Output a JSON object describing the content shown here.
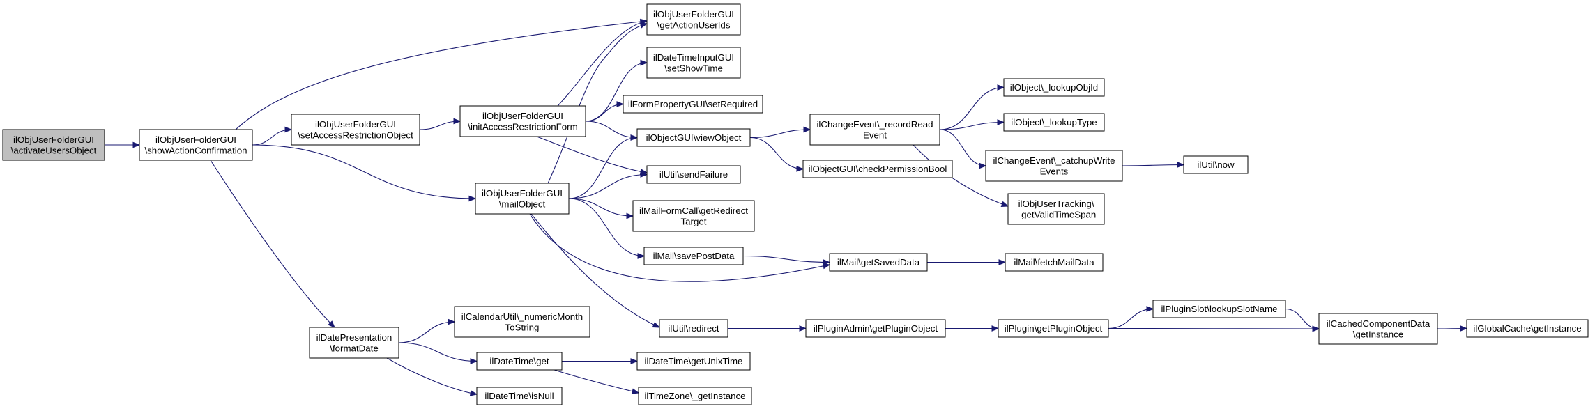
{
  "graph": {
    "root": "root",
    "nodes": [
      {
        "id": "root",
        "lines": [
          "ilObjUserFolderGUI",
          "\\activateUsersObject"
        ],
        "root": true
      },
      {
        "id": "showAction",
        "lines": [
          "ilObjUserFolderGUI",
          "\\showActionConfirmation"
        ]
      },
      {
        "id": "getActionUserIds",
        "lines": [
          "ilObjUserFolderGUI",
          "\\getActionUserIds"
        ]
      },
      {
        "id": "setAccessRestrictionObject",
        "lines": [
          "ilObjUserFolderGUI",
          "\\setAccessRestrictionObject"
        ]
      },
      {
        "id": "initAccessRestrictionForm",
        "lines": [
          "ilObjUserFolderGUI",
          "\\initAccessRestrictionForm"
        ]
      },
      {
        "id": "setShowTime",
        "lines": [
          "ilDateTimeInputGUI",
          "\\setShowTime"
        ]
      },
      {
        "id": "setRequired",
        "lines": [
          "ilFormPropertyGUI\\setRequired"
        ]
      },
      {
        "id": "viewObject",
        "lines": [
          "ilObjectGUI\\viewObject"
        ]
      },
      {
        "id": "sendFailure",
        "lines": [
          "ilUtil\\sendFailure"
        ]
      },
      {
        "id": "mailObject",
        "lines": [
          "ilObjUserFolderGUI",
          "\\mailObject"
        ]
      },
      {
        "id": "getRedirectTarget",
        "lines": [
          "ilMailFormCall\\getRedirect",
          "Target"
        ]
      },
      {
        "id": "savePostData",
        "lines": [
          "ilMail\\savePostData"
        ]
      },
      {
        "id": "getSavedData",
        "lines": [
          "ilMail\\getSavedData"
        ]
      },
      {
        "id": "fetchMailData",
        "lines": [
          "ilMail\\fetchMailData"
        ]
      },
      {
        "id": "redirect",
        "lines": [
          "ilUtil\\redirect"
        ]
      },
      {
        "id": "getPluginObjectAdmin",
        "lines": [
          "ilPluginAdmin\\getPluginObject"
        ]
      },
      {
        "id": "getPluginObject",
        "lines": [
          "ilPlugin\\getPluginObject"
        ]
      },
      {
        "id": "lookupSlotName",
        "lines": [
          "ilPluginSlot\\lookupSlotName"
        ]
      },
      {
        "id": "cachedGetInstance",
        "lines": [
          "ilCachedComponentData",
          "\\getInstance"
        ]
      },
      {
        "id": "globalCacheGetInstance",
        "lines": [
          "ilGlobalCache\\getInstance"
        ]
      },
      {
        "id": "recordReadEvent",
        "lines": [
          "ilChangeEvent\\_recordRead",
          "Event"
        ]
      },
      {
        "id": "checkPermissionBool",
        "lines": [
          "ilObjectGUI\\checkPermissionBool"
        ]
      },
      {
        "id": "lookupObjId",
        "lines": [
          "ilObject\\_lookupObjId"
        ]
      },
      {
        "id": "lookupType",
        "lines": [
          "ilObject\\_lookupType"
        ]
      },
      {
        "id": "catchupWriteEvents",
        "lines": [
          "ilChangeEvent\\_catchupWrite",
          "Events"
        ]
      },
      {
        "id": "now",
        "lines": [
          "ilUtil\\now"
        ]
      },
      {
        "id": "getValidTimeSpan",
        "lines": [
          "ilObjUserTracking\\",
          "_getValidTimeSpan"
        ]
      },
      {
        "id": "formatDate",
        "lines": [
          "ilDatePresentation",
          "\\formatDate"
        ]
      },
      {
        "id": "numericMonthToString",
        "lines": [
          "ilCalendarUtil\\_numericMonth",
          "ToString"
        ]
      },
      {
        "id": "dateTimeGet",
        "lines": [
          "ilDateTime\\get"
        ]
      },
      {
        "id": "getUnixTime",
        "lines": [
          "ilDateTime\\getUnixTime"
        ]
      },
      {
        "id": "timeZoneGetInstance",
        "lines": [
          "ilTimeZone\\_getInstance"
        ]
      },
      {
        "id": "isNull",
        "lines": [
          "ilDateTime\\isNull"
        ]
      }
    ],
    "edges": [
      {
        "from": "root",
        "to": "showAction"
      },
      {
        "from": "showAction",
        "to": "getActionUserIds"
      },
      {
        "from": "showAction",
        "to": "setAccessRestrictionObject"
      },
      {
        "from": "showAction",
        "to": "mailObject"
      },
      {
        "from": "showAction",
        "to": "formatDate"
      },
      {
        "from": "setAccessRestrictionObject",
        "to": "initAccessRestrictionForm"
      },
      {
        "from": "initAccessRestrictionForm",
        "to": "getActionUserIds"
      },
      {
        "from": "initAccessRestrictionForm",
        "to": "setShowTime"
      },
      {
        "from": "initAccessRestrictionForm",
        "to": "setRequired"
      },
      {
        "from": "initAccessRestrictionForm",
        "to": "viewObject"
      },
      {
        "from": "initAccessRestrictionForm",
        "to": "sendFailure"
      },
      {
        "from": "mailObject",
        "to": "getActionUserIds"
      },
      {
        "from": "mailObject",
        "to": "viewObject"
      },
      {
        "from": "mailObject",
        "to": "sendFailure"
      },
      {
        "from": "mailObject",
        "to": "getRedirectTarget"
      },
      {
        "from": "mailObject",
        "to": "savePostData"
      },
      {
        "from": "mailObject",
        "to": "getSavedData"
      },
      {
        "from": "mailObject",
        "to": "redirect"
      },
      {
        "from": "viewObject",
        "to": "recordReadEvent"
      },
      {
        "from": "viewObject",
        "to": "checkPermissionBool"
      },
      {
        "from": "recordReadEvent",
        "to": "lookupObjId"
      },
      {
        "from": "recordReadEvent",
        "to": "lookupType"
      },
      {
        "from": "recordReadEvent",
        "to": "catchupWriteEvents"
      },
      {
        "from": "recordReadEvent",
        "to": "getValidTimeSpan"
      },
      {
        "from": "catchupWriteEvents",
        "to": "now"
      },
      {
        "from": "savePostData",
        "to": "getSavedData"
      },
      {
        "from": "getSavedData",
        "to": "fetchMailData"
      },
      {
        "from": "redirect",
        "to": "getPluginObjectAdmin"
      },
      {
        "from": "getPluginObjectAdmin",
        "to": "getPluginObject"
      },
      {
        "from": "getPluginObject",
        "to": "lookupSlotName"
      },
      {
        "from": "getPluginObject",
        "to": "cachedGetInstance"
      },
      {
        "from": "lookupSlotName",
        "to": "cachedGetInstance"
      },
      {
        "from": "cachedGetInstance",
        "to": "globalCacheGetInstance"
      },
      {
        "from": "formatDate",
        "to": "numericMonthToString"
      },
      {
        "from": "formatDate",
        "to": "dateTimeGet"
      },
      {
        "from": "formatDate",
        "to": "isNull"
      },
      {
        "from": "dateTimeGet",
        "to": "getUnixTime"
      },
      {
        "from": "dateTimeGet",
        "to": "timeZoneGetInstance"
      }
    ]
  }
}
